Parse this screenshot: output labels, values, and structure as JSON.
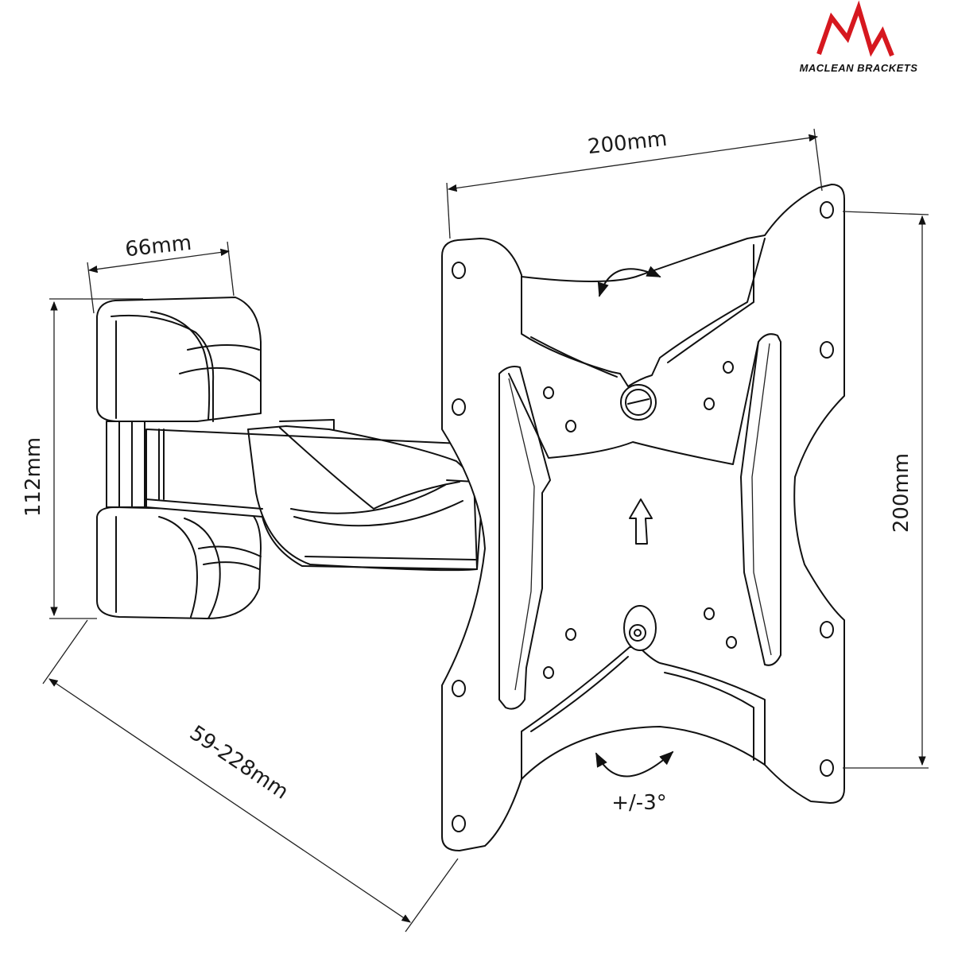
{
  "brand": {
    "name": "MACLEAN BRACKETS",
    "logo_color": "#d6181f"
  },
  "dimensions": {
    "plate_width": "200mm",
    "plate_height": "200mm",
    "wall_mount_width": "66mm",
    "wall_mount_height": "112mm",
    "arm_extension": "59-228mm",
    "tilt_range": "+/-3°"
  }
}
